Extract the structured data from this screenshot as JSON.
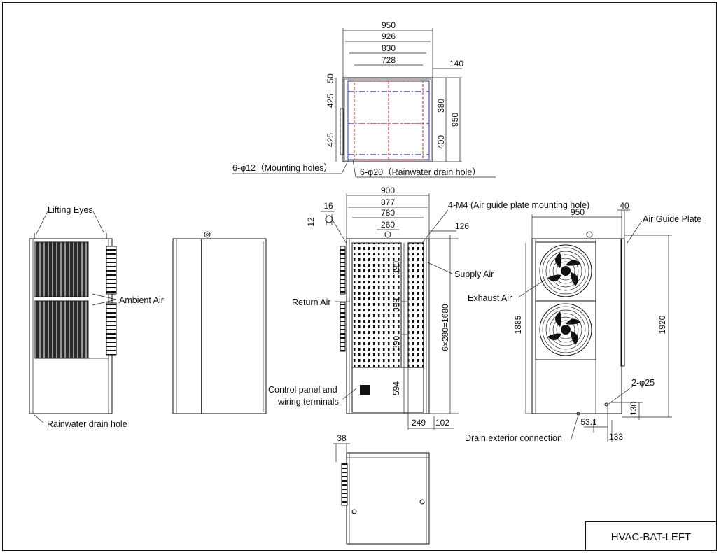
{
  "title_block": {
    "model": "HVAC-BAT-LEFT"
  },
  "top_view": {
    "dims_horizontal": [
      "950",
      "926",
      "830",
      "728"
    ],
    "dim_right_offset": "140",
    "dims_left": [
      "50",
      "425",
      "425"
    ],
    "dims_right": [
      "380",
      "400"
    ],
    "dim_overall_depth": "950",
    "note_mounting": "6-φ12（Mounting holes）",
    "note_drain": "6-φ20（Rainwater drain hole）"
  },
  "left_side_view": {
    "lifting_eyes": "Lifting Eyes",
    "ambient_air": "Ambient Air",
    "rainwater_drain": "Rainwater drain hole"
  },
  "front_view": {
    "dims_top": [
      "900",
      "877",
      "780",
      "260"
    ],
    "dim_16": "16",
    "dim_12": "12",
    "dim_126": "126",
    "note_m4": "4-M4 (Air guide plate mounting hole)",
    "return_air": "Return Air",
    "supply_air": "Supply Air",
    "dims_vertical": [
      "390",
      "399",
      "390",
      "594"
    ],
    "dim_total_vertical": "6×280=1680",
    "control_panel_line1": "Control panel and",
    "control_panel_line2": "wiring terminals",
    "dims_bottom": [
      "249",
      "102"
    ]
  },
  "rear_view": {
    "dim_width": "950",
    "dim_40": "40",
    "air_guide_plate": "Air Guide Plate",
    "exhaust_air": "Exhaust Air",
    "dim_height_1885": "1885",
    "dim_height_1920": "1920",
    "drain_holes": "2-φ25",
    "dim_130": "130",
    "dim_53": "53.1",
    "dim_133": "133",
    "drain_connection": "Drain exterior connection"
  },
  "bottom_view": {
    "dim_38": "38"
  }
}
